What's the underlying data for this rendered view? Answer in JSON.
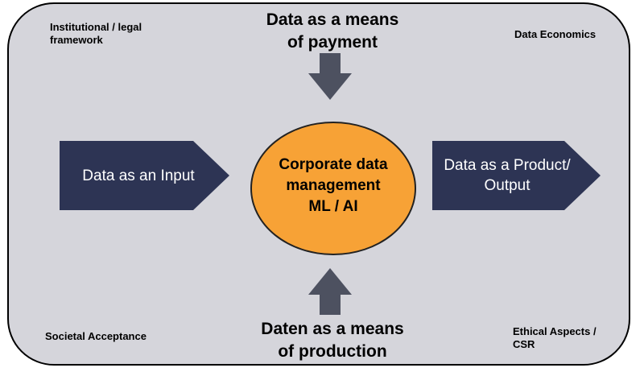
{
  "diagram": {
    "corners": {
      "top_left": [
        "Institutional / legal",
        "framework"
      ],
      "top_right": [
        "Data Economics"
      ],
      "bottom_left": [
        "Societal Acceptance"
      ],
      "bottom_right": [
        "Ethical Aspects /",
        "CSR"
      ]
    },
    "top_label": [
      "Data as a means",
      "of payment"
    ],
    "bottom_label": [
      "Daten as a means",
      "of production"
    ],
    "input_label": [
      "Data as an Input"
    ],
    "output_label": [
      "Data as a Product/",
      "Output"
    ],
    "center_label": [
      "Corporate data",
      "management",
      "ML / AI"
    ]
  },
  "colors": {
    "frame_fill": "#d5d5db",
    "chevron_fill": "#2d3454",
    "arrow_fill": "#4d5160",
    "circle_fill": "#f7a236"
  }
}
